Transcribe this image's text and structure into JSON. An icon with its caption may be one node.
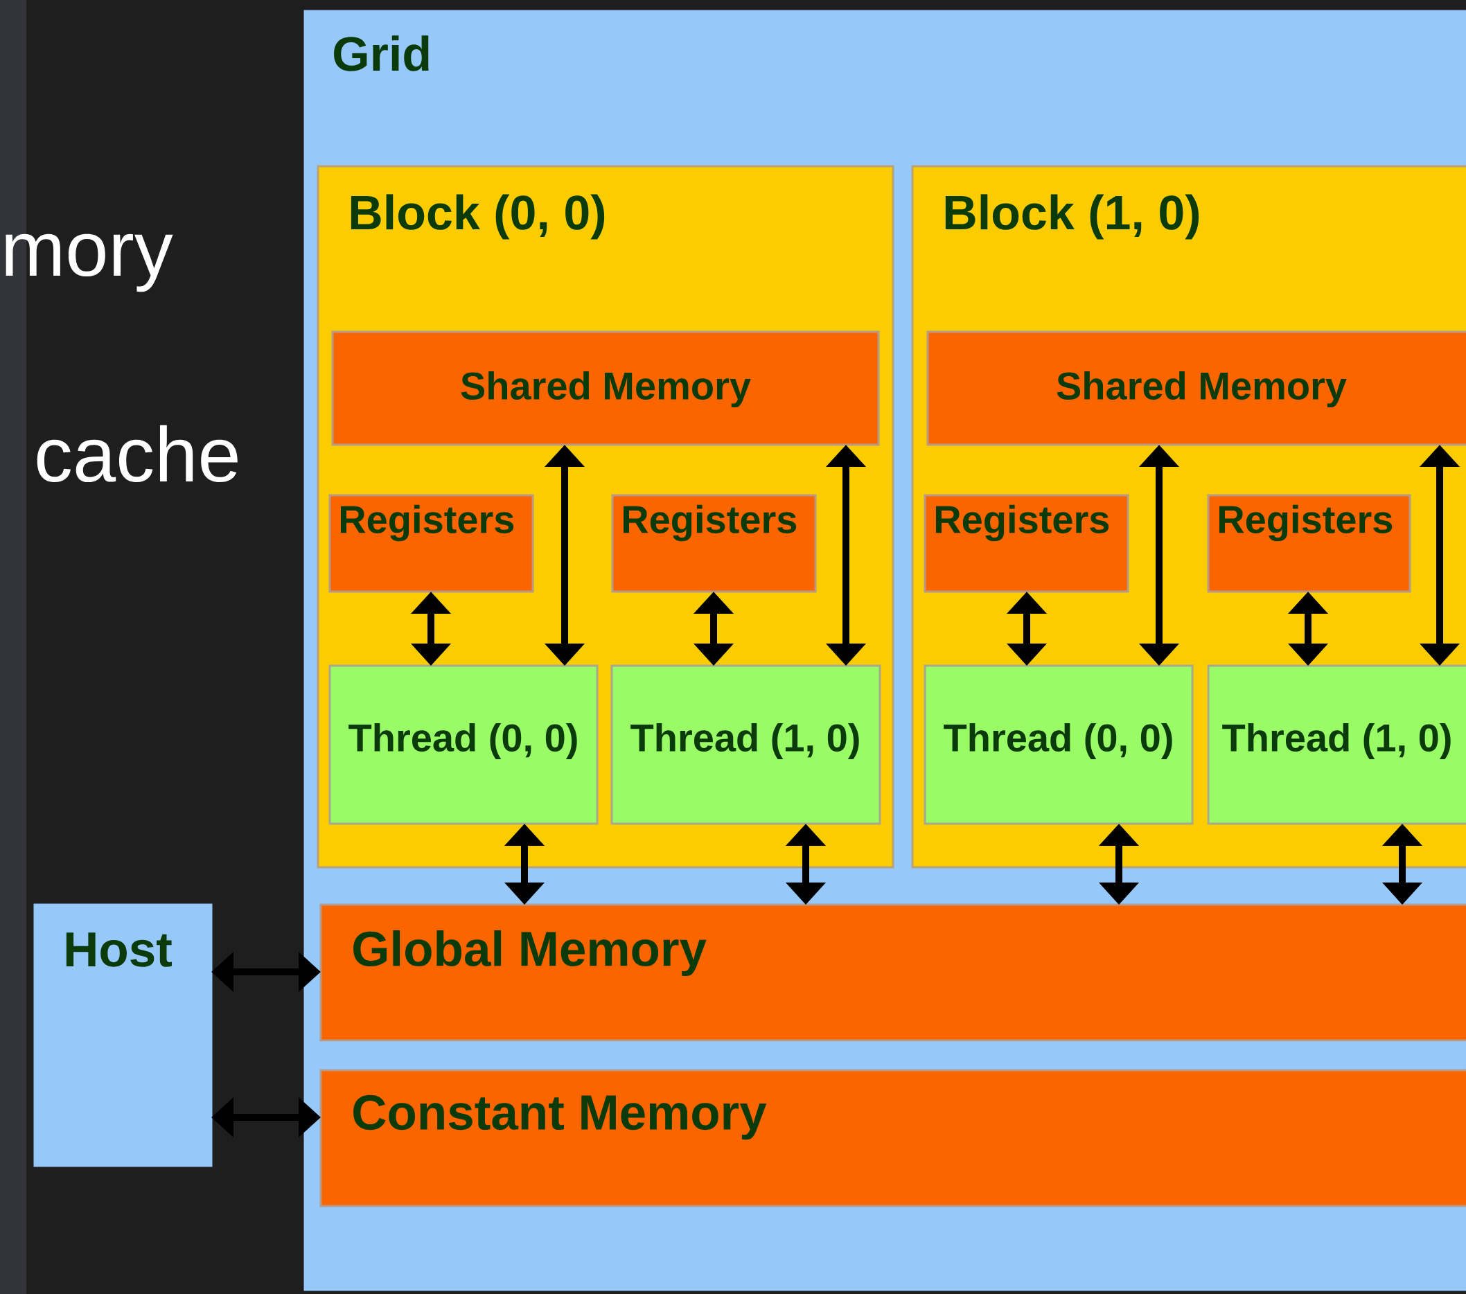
{
  "diagram": {
    "nodes": [
      {
        "text": [
          "Grid"
        ]
      },
      {
        "text": [
          "Block (0, 0)"
        ],
        "in": 0
      },
      {
        "text": [
          "Shared Memory"
        ],
        "in": 1
      },
      {
        "text": [
          "Registers"
        ],
        "in": 1
      },
      {
        "text": [
          "Registers"
        ],
        "in": 1
      },
      {
        "text": [
          "Thread (0, 0)"
        ],
        "in": 1
      },
      {
        "text": [
          "Thread (1, 0)"
        ],
        "in": 1
      },
      {
        "text": [
          "Block (1, 0)"
        ],
        "in": 0
      },
      {
        "text": [
          "Shared Memory"
        ],
        "in": 7
      },
      {
        "text": [
          "Registers"
        ],
        "in": 7
      },
      {
        "text": [
          "Registers"
        ],
        "in": 7
      },
      {
        "text": [
          "Thread (0, 0)"
        ],
        "in": 7
      },
      {
        "text": [
          "Thread (1, 0)"
        ],
        "in": 7
      },
      {
        "text": [
          "Global Memory"
        ],
        "in": 0
      },
      {
        "text": [
          "Constant Memory"
        ],
        "in": 0
      },
      {
        "text": [
          "Host"
        ]
      }
    ],
    "edges": [
      {
        "from": 3,
        "to": 5,
        "arrow": "both"
      },
      {
        "from": 2,
        "to": 5,
        "arrow": "both"
      },
      {
        "from": 4,
        "to": 6,
        "arrow": "both"
      },
      {
        "from": 2,
        "to": 6,
        "arrow": "both"
      },
      {
        "from": 9,
        "to": 11,
        "arrow": "both"
      },
      {
        "from": 8,
        "to": 11,
        "arrow": "both"
      },
      {
        "from": 10,
        "to": 12,
        "arrow": "both"
      },
      {
        "from": 8,
        "to": 12,
        "arrow": "both"
      },
      {
        "from": 5,
        "to": 13,
        "arrow": "both"
      },
      {
        "from": 6,
        "to": 13,
        "arrow": "both"
      },
      {
        "from": 11,
        "to": 13,
        "arrow": "both"
      },
      {
        "from": 12,
        "to": 13,
        "arrow": "both"
      },
      {
        "from": 15,
        "to": 13,
        "arrow": "both"
      },
      {
        "from": 15,
        "to": 14,
        "arrow": "both"
      }
    ],
    "labels": [
      "mory",
      "cache"
    ]
  }
}
